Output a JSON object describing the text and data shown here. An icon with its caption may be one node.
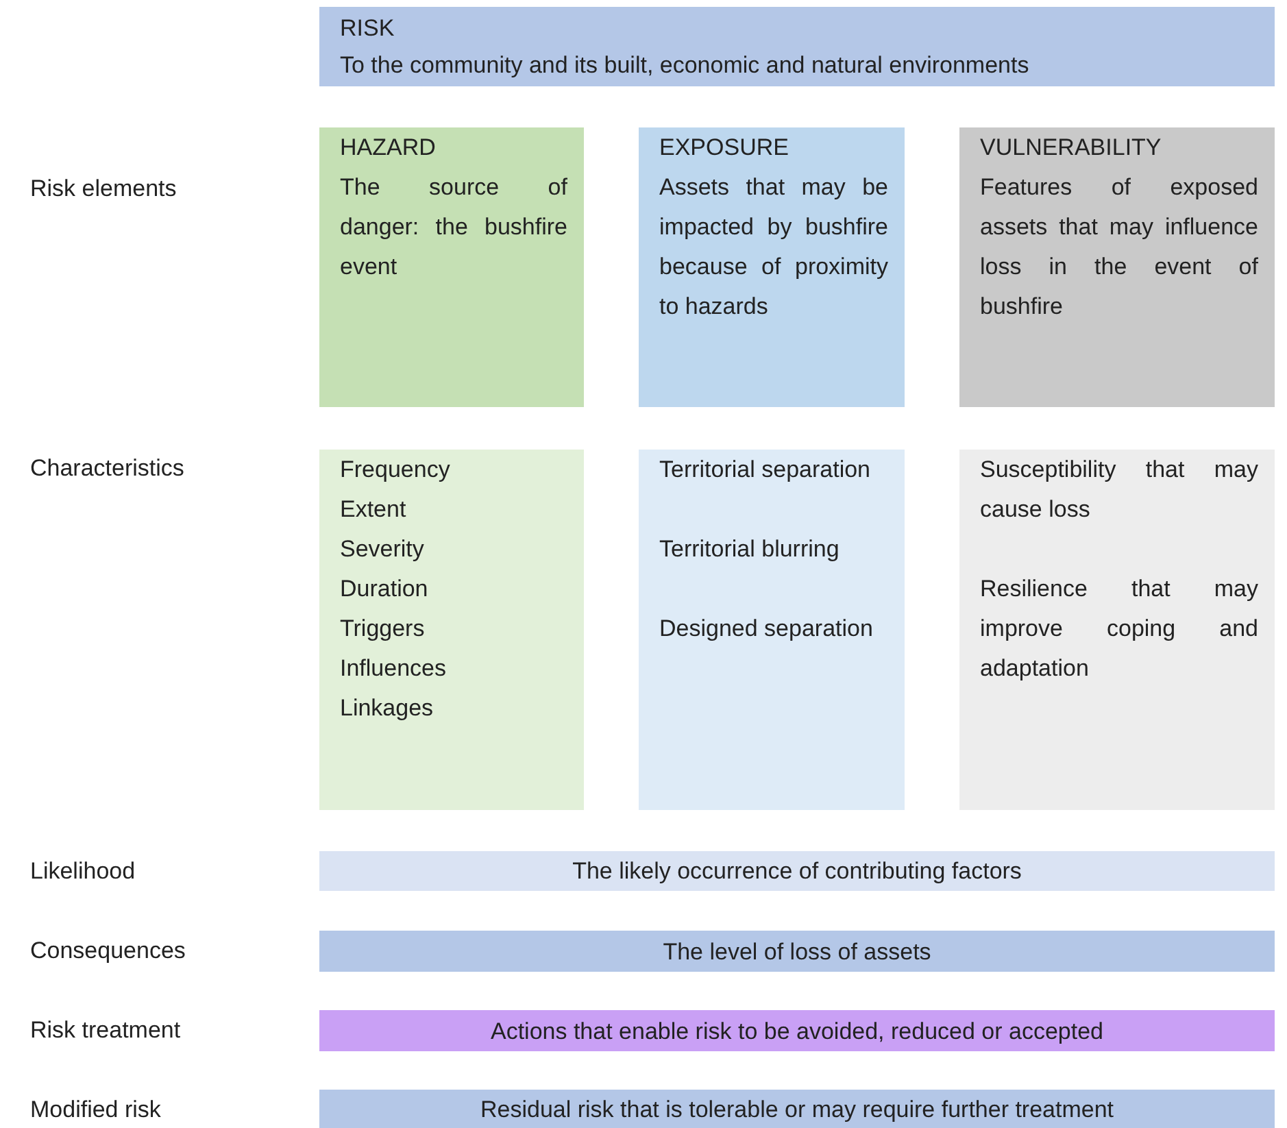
{
  "diagram": {
    "nodes": [
      {
        "text": [
          "RISK",
          "To the community and its built, economic and natural environments"
        ]
      },
      {
        "text": [
          "HAZARD",
          "The source of danger: the bushfire event"
        ]
      },
      {
        "text": [
          "EXPOSURE",
          "Assets that may be impacted by bushfire because of proximity to hazards"
        ]
      },
      {
        "text": [
          "VULNERABILITY",
          "Features of exposed assets that may influence loss in the event of bushfire"
        ]
      },
      {
        "text": [
          "Frequency",
          "Extent",
          "Severity",
          "Duration",
          "Triggers",
          "Influences",
          "Linkages"
        ]
      },
      {
        "text": [
          "Territorial separation",
          "Territorial blurring",
          "Designed separation"
        ]
      },
      {
        "text": [
          "Susceptibility that may cause loss",
          "Resilience that may improve coping and adaptation"
        ]
      },
      {
        "text": [
          "The likely occurrence of contributing factors"
        ]
      },
      {
        "text": [
          "The level of loss of assets"
        ]
      },
      {
        "text": [
          "Actions that enable risk to be avoided, reduced or accepted"
        ]
      },
      {
        "text": [
          "Residual risk that is tolerable or may require further treatment"
        ]
      }
    ],
    "labels": [
      "Risk elements",
      "Characteristics",
      "Likelihood",
      "Consequences",
      "Risk treatment",
      "Modified risk"
    ]
  }
}
